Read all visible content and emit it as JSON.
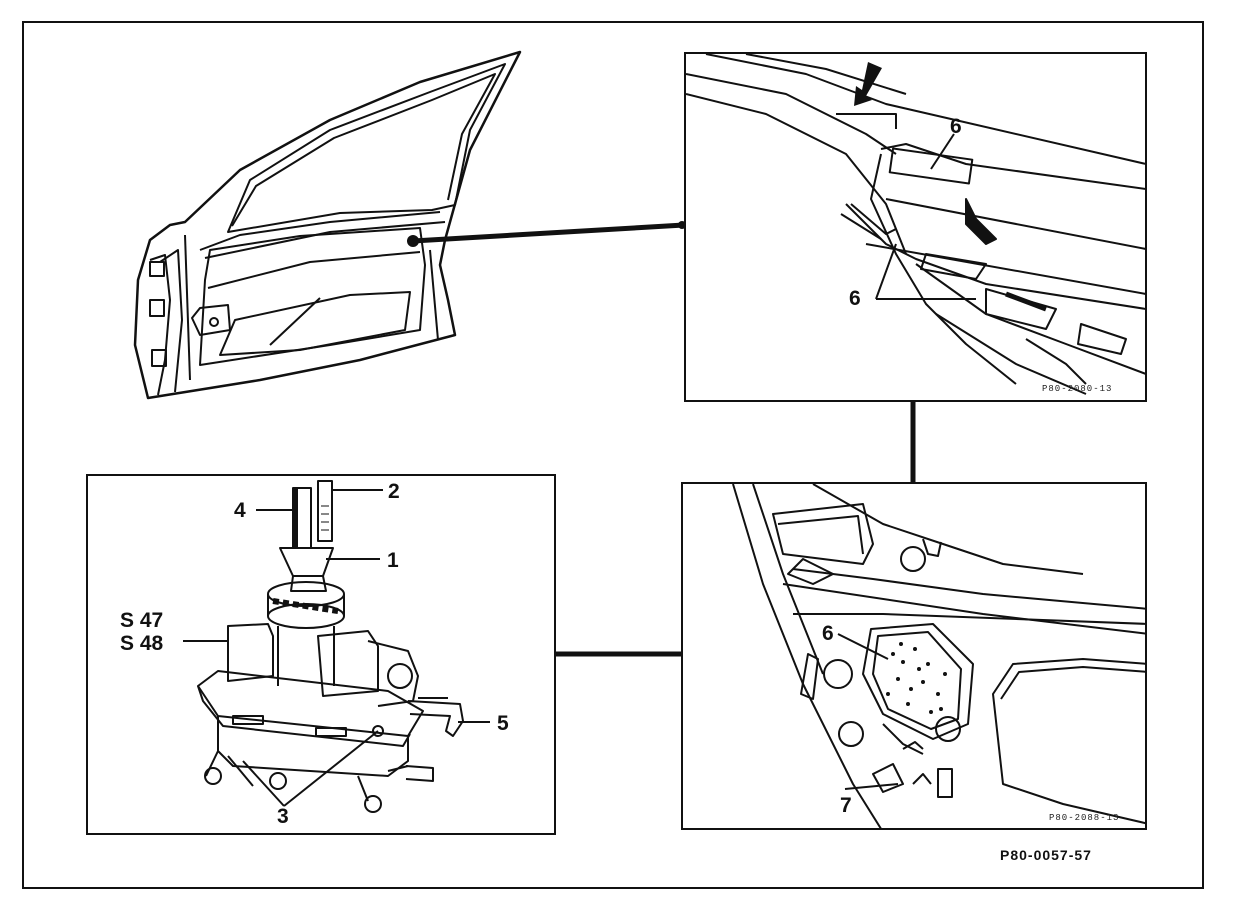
{
  "figure": {
    "code": "P80-0057-57"
  },
  "panels": {
    "top_right": {
      "callouts": [
        "6",
        "6"
      ],
      "code": "P80-2080-13"
    },
    "bottom_left": {
      "callouts": [
        "2",
        "4",
        "1",
        "S 47",
        "S 48",
        "5",
        "3"
      ]
    },
    "bottom_right": {
      "callouts": [
        "6",
        "7"
      ],
      "code": "P80-2088-13"
    }
  }
}
